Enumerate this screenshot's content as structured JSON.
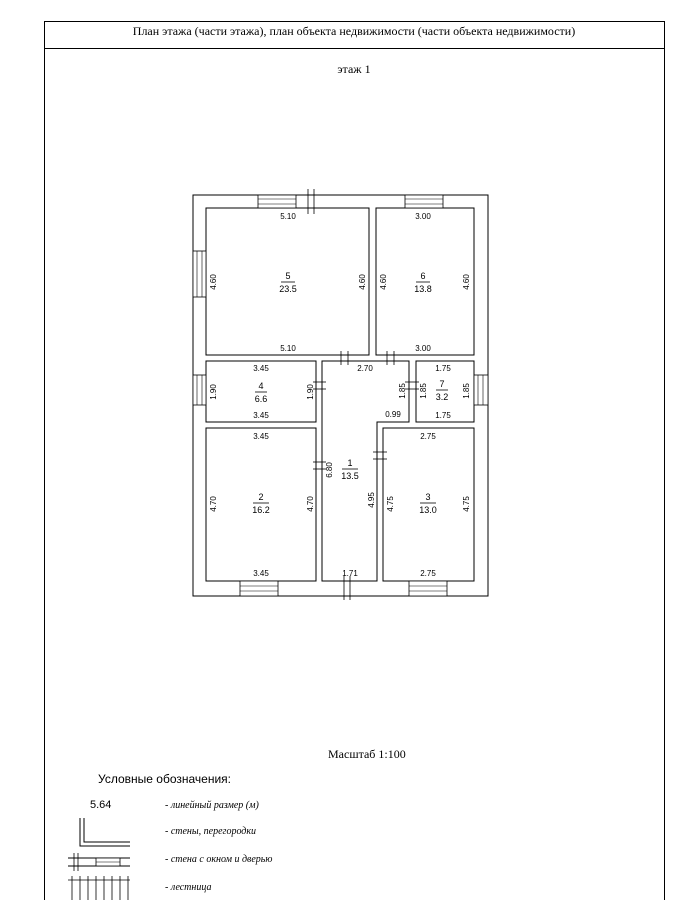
{
  "header": {
    "title": "План этажа (части этажа), план объекта недвижимости (части объекта недвижимости)"
  },
  "floor": {
    "label": "этаж 1"
  },
  "scale": {
    "label": "Масштаб 1:100"
  },
  "rooms": [
    {
      "id": "5",
      "number": "5",
      "area": "23.5"
    },
    {
      "id": "6",
      "number": "6",
      "area": "13.8"
    },
    {
      "id": "4",
      "number": "4",
      "area": "6.6"
    },
    {
      "id": "7",
      "number": "7",
      "area": "3.2"
    },
    {
      "id": "1",
      "number": "1",
      "area": "13.5"
    },
    {
      "id": "2",
      "number": "2",
      "area": "16.2"
    },
    {
      "id": "3",
      "number": "3",
      "area": "13.0"
    }
  ],
  "dimensions": {
    "r5_top": "5.10",
    "r5_bottom": "5.10",
    "r5_left": "4.60",
    "r5_right": "4.60",
    "r6_top": "3.00",
    "r6_bottom": "3.00",
    "r6_left": "4.60",
    "r6_right": "4.60",
    "r4_top": "3.45",
    "r4_bottom": "3.45",
    "r4_left": "1.90",
    "r4_right": "1.90",
    "corridor_top": "2.70",
    "corridor_left": "6.80",
    "corridor_right": "4.95",
    "corridor_bottom": "1.71",
    "corridor_step": "0.99",
    "r7_top": "1.75",
    "r7_bottom": "1.75",
    "r7_left": "1.85",
    "r7_right": "1.85",
    "r7_outer": "1.85",
    "r2_top": "3.45",
    "r2_bottom": "3.45",
    "r2_left": "4.70",
    "r2_right": "4.70",
    "r3_top": "2.75",
    "r3_bottom": "2.75",
    "r3_left": "4.75",
    "r3_right": "4.75"
  },
  "legend": {
    "title": "Условные обозначения:",
    "sample_dimension": "5.64",
    "items": [
      {
        "label": "- линейный размер (м)"
      },
      {
        "label": "- стены, перегородки"
      },
      {
        "label": "- стена с окном и дверью"
      },
      {
        "label": "- лестница"
      }
    ]
  }
}
